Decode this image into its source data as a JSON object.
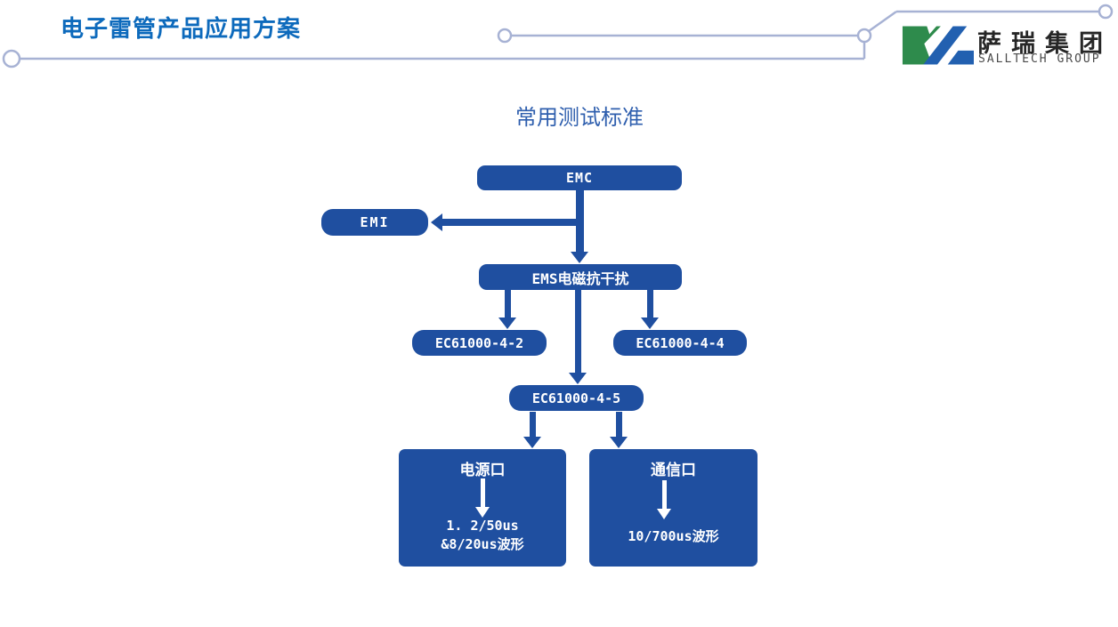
{
  "header": {
    "title": "电子雷管产品应用方案",
    "logo": {
      "name": "萨瑞集团",
      "subtitle": "SALLTECH GROUP"
    }
  },
  "diagram": {
    "title": "常用测试标准",
    "nodes": {
      "emc": "EMC",
      "emi": "EMI",
      "ems": "EMS电磁抗干扰",
      "ec61000_4_2": "EC61000-4-2",
      "ec61000_4_4": "EC61000-4-4",
      "ec61000_4_5": "EC61000-4-5",
      "power_port": {
        "title": "电源口",
        "lines": [
          "1. 2/50us",
          "&8/20us波形"
        ]
      },
      "comm_port": {
        "title": "通信口",
        "lines": [
          "10/700us波形"
        ]
      }
    }
  },
  "colors": {
    "node_blue": "#1f4fa0",
    "title_blue": "#0d6abc",
    "diagram_title_blue": "#2f5fae",
    "decor_line": "#a7b2d4",
    "logo_green": "#2e8b4c",
    "logo_blue": "#2260b0",
    "logo_text": "#262626"
  }
}
